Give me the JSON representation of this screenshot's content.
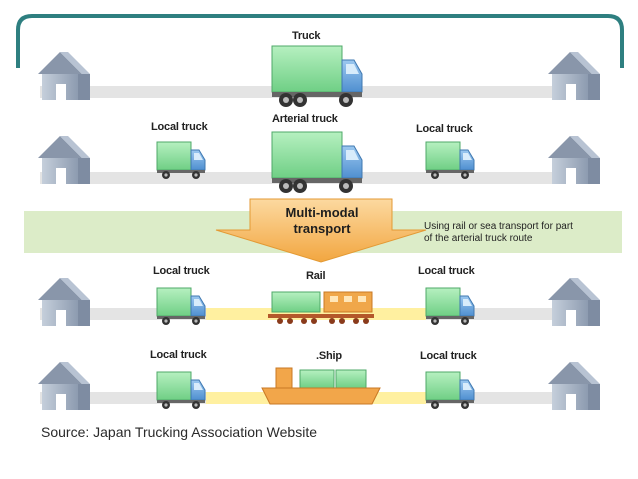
{
  "labels": {
    "truck": "Truck",
    "arterial_truck": "Arterial truck",
    "local_truck": "Local truck",
    "rail": "Rail",
    "ship": ".Ship"
  },
  "banner": {
    "line1": "Multi-modal",
    "line2": "transport",
    "note_line1": "Using rail or sea transport for part",
    "note_line2": "of the arterial truck route"
  },
  "source": "Source: Japan Trucking Association Website",
  "colors": {
    "frame": "#2e7f80",
    "truck_cargo": "#8fe0a0",
    "truck_cab": "#6aa8e0",
    "road": "#e4e4e4",
    "road_yellow": "#fff0a0",
    "band": "#dcecc8",
    "arrow": "#f5b34a",
    "ship": "#f2a64a",
    "house": "#a9b6c6"
  }
}
